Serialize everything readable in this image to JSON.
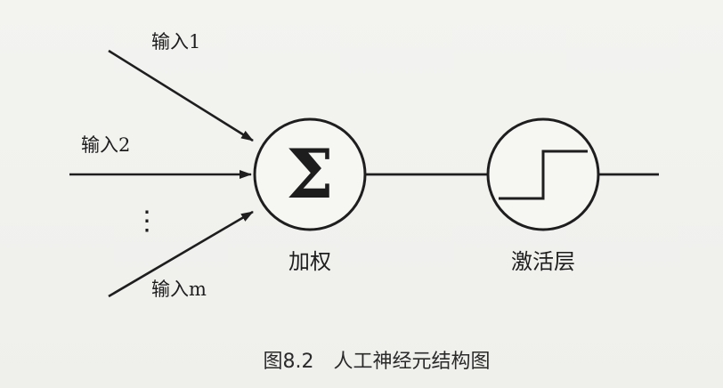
{
  "diagram": {
    "inputs": [
      "输入1",
      "输入2",
      "输入m"
    ],
    "ellipsis": "⋮",
    "sum_symbol": "Σ",
    "weight_label": "加权",
    "activation_label": "激活层",
    "caption": "图8.2　人工神经元结构图"
  },
  "colors": {
    "line": "#1e1e1e",
    "background": "#f1f1ee"
  }
}
